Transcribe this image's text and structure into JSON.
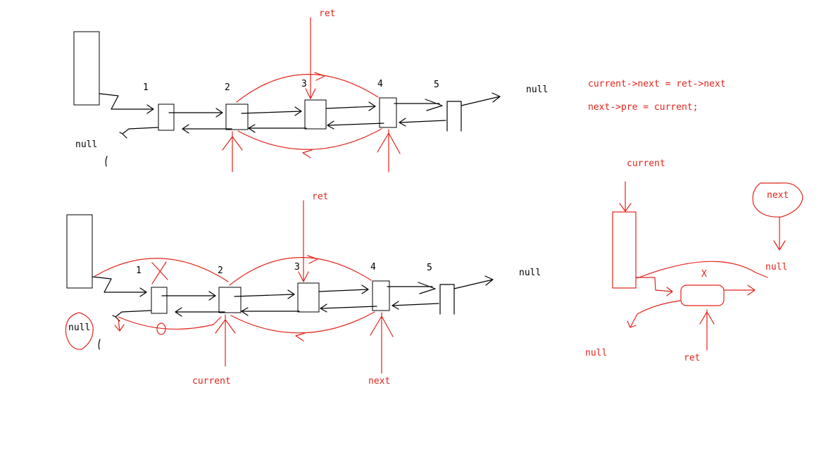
{
  "colors": {
    "ink": "#000000",
    "red": "#e2231a",
    "background": "#ffffff"
  },
  "top_diagram": {
    "node_numbers": [
      "1",
      "2",
      "3",
      "4",
      "5"
    ],
    "tail_null": "null",
    "head_null": "null",
    "pointer_ret": "ret"
  },
  "bottom_diagram": {
    "node_numbers": [
      "1",
      "2",
      "3",
      "4",
      "5"
    ],
    "tail_null": "null",
    "head_null": "null",
    "pointer_ret": "ret",
    "pointer_current": "current",
    "pointer_next": "next"
  },
  "code": {
    "line1": "current->next = ret->next",
    "line2": "next->pre = current;"
  },
  "detail_diagram": {
    "current_label": "current",
    "next_label": "next",
    "null_right": "null",
    "null_left": "null",
    "ret_label": "ret",
    "x_mark": "X"
  }
}
